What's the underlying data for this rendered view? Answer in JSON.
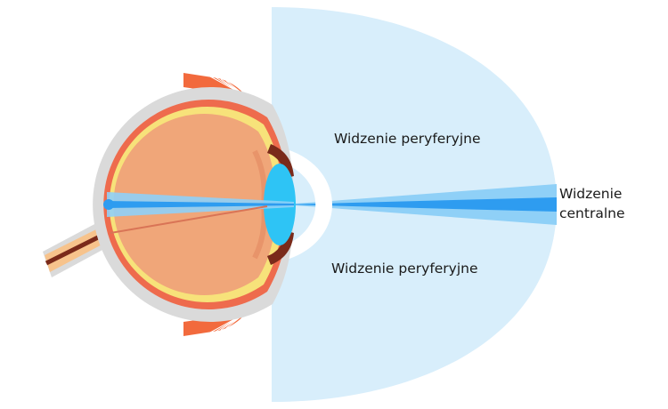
{
  "labels": {
    "peripheral_top": "Widzenie peryferyjne",
    "peripheral_bottom": "Widzenie peryferyjne",
    "central_line1": "Widzenie",
    "central_line2": "centralne"
  },
  "colors": {
    "field_of_view": "#d8eefb",
    "central_beam_outer": "#8fd0f7",
    "central_beam_inner": "#2e9cf0",
    "sclera": "#dadada",
    "choroid": "#ee6b4d",
    "retina": "#f7e27a",
    "vitreous": "#f0a679",
    "lens": "#2ec4f5",
    "cornea": "#ffffff",
    "optic_nerve": "#f7c38c",
    "nerve_core": "#7a2a1a",
    "muscle": "#f26a3d"
  }
}
